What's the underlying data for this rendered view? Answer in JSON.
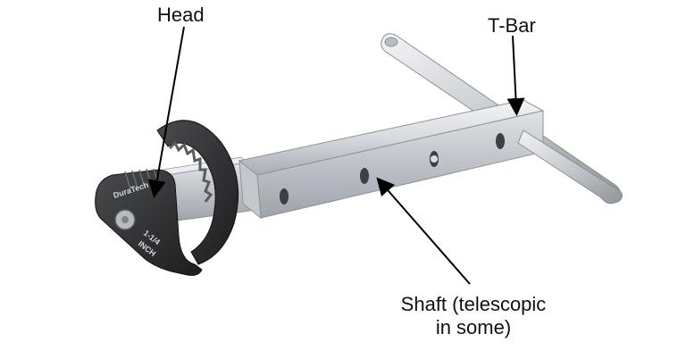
{
  "labels": {
    "head": "Head",
    "tbar": "T-Bar",
    "shaft_line1": "Shaft (telescopic",
    "shaft_line2": "in some)"
  },
  "tool_markings": {
    "brand": "DuraTech",
    "size_line1": "1-1/4",
    "size_line2": "INCH"
  },
  "colors": {
    "label_text": "#111111",
    "arrow": "#000000",
    "steel": "#c9ccd0",
    "head": "#2a2a2c"
  }
}
